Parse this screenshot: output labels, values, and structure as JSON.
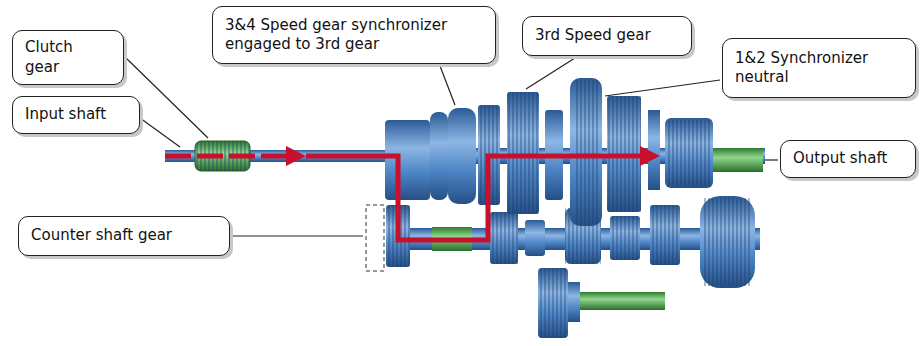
{
  "diagram": {
    "nodes": [
      {
        "text": [
          "Clutch gear"
        ]
      },
      {
        "text": [
          "3&4 Speed gear synchronizer engaged to 3rd gear"
        ]
      },
      {
        "text": [
          "3rd Speed gear"
        ]
      },
      {
        "text": [
          "1&2 Synchronizer neutral"
        ]
      },
      {
        "text": [
          "Input shaft"
        ]
      },
      {
        "text": [
          "Output shaft"
        ]
      },
      {
        "text": [
          "Counter shaft gear"
        ]
      }
    ]
  }
}
